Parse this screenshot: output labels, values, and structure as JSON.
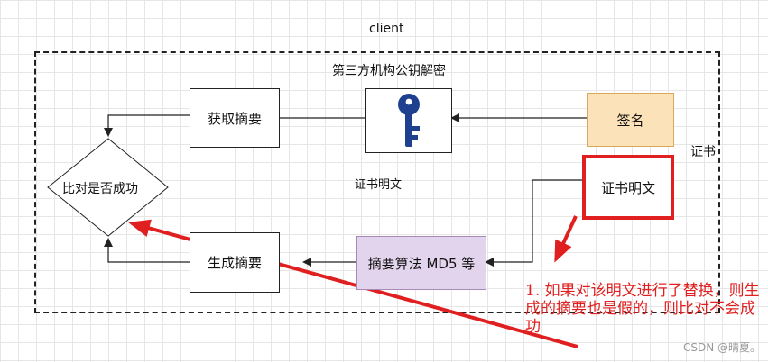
{
  "title": "client",
  "third_party_label": "第三方机构公钥解密",
  "cert_label": "证书",
  "cert_plaintext_middle": "证书明文",
  "boxes": {
    "get_digest": "获取摘要",
    "gen_digest": "生成摘要",
    "signature": "签名",
    "cert_plaintext": "证书明文",
    "algorithm": "摘要算法 MD5 等",
    "compare": "比对是否成功"
  },
  "annotation": "1. 如果对该明文进行了替换，则生成的摘要也是假的，则比对不会成功",
  "watermark": "CSDN @晴夏。",
  "icons": {
    "key": "key-icon"
  },
  "colors": {
    "signature_fill": "#fbe2b9",
    "signature_border": "#d6a95c",
    "algorithm_fill": "#e2d4ec",
    "algorithm_border": "#a78ab8",
    "highlight": "#e02020",
    "key": "#1f3f8f"
  }
}
